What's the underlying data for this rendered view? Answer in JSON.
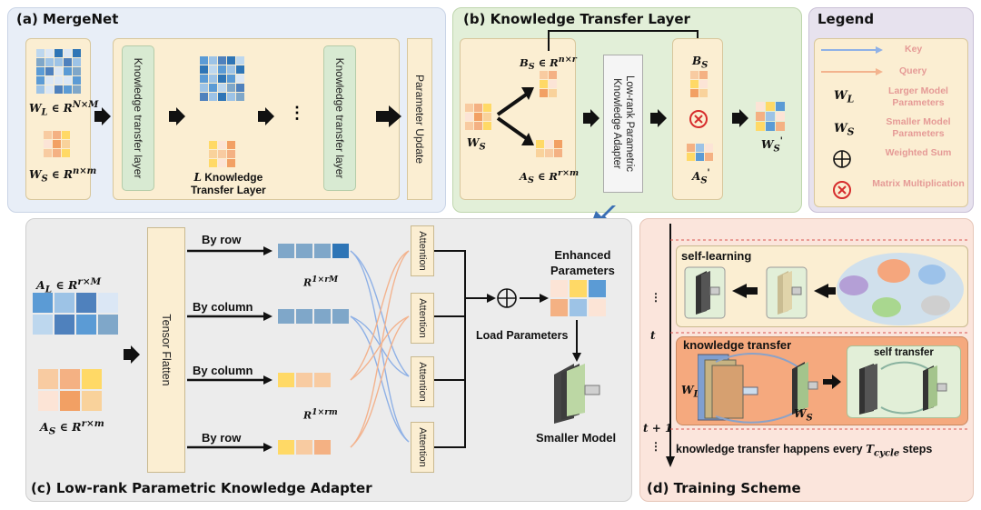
{
  "mergenet": {
    "title": "(a) MergeNet",
    "wl_label": "W_L ∈ R^{N×M}",
    "ws_label": "W_S ∈ R^{n×m}",
    "ktl_box1": "Knowledge transfer layer",
    "ktl_box2": "Knowledge transfer layer",
    "ktl_count_prefix": "L",
    "ktl_count_text": " Knowledge",
    "ktl_count_text2": "Transfer Layer",
    "dots": "⋮",
    "param_update": "Parameter Update"
  },
  "ktl": {
    "title": "(b) Knowledge Transfer Layer",
    "bs_label": "B_S ∈ R^{n×r}",
    "as_label": "A_S ∈ R^{r×m}",
    "ws_label": "W_S",
    "adapter_box": "Low-rank Parametric Knowledge Adapter",
    "bs_out": "B_S",
    "as_prime": "A'_S",
    "ws_prime": "W'_S"
  },
  "legend": {
    "title": "Legend",
    "items": [
      "Key",
      "Query",
      "Larger Model Parameters",
      "Smaller Model Parameters",
      "Weighted Sum",
      "Matrix Multiplication"
    ],
    "symbols": [
      "W_L",
      "W_S"
    ]
  },
  "adapter": {
    "title": "(c) Low-rank Parametric Knowledge Adapter",
    "al_label": "A_L ∈ R^{r×M}",
    "as_label": "A_S ∈ R^{r×m}",
    "tensor_flatten": "Tensor Flatten",
    "by_row_1": "By row",
    "by_column_1": "By column",
    "by_column_2": "By column",
    "by_row_2": "By row",
    "r1_rm_top": "R^{1×rM}",
    "r1_rm_bottom": "R^{1×rm}",
    "attention": [
      "Attention",
      "Attention",
      "Attention",
      "Attention"
    ],
    "enhanced_1": "Enhanced",
    "enhanced_2": "Parameters",
    "load_params": "Load Parameters",
    "smaller_model": "Smaller Model"
  },
  "training": {
    "title": "(d) Training Scheme",
    "self_learning": "self-learning",
    "knowledge_transfer": "knowledge transfer",
    "self_transfer": "self transfer",
    "t_label": "t",
    "t1_label": "t + 1",
    "wl": "W_L",
    "ws": "W_S",
    "footer": "knowledge transfer happens every T_cycle steps"
  },
  "colors": {
    "blue_panel": "#e8eef7",
    "green_panel": "#e2efd8",
    "purple_panel": "#e7e2ee",
    "gray_panel": "#ececec",
    "pink_panel": "#fbe5dc",
    "yellow_box": "#fbeed2",
    "key_arrow": "#8fb1e6",
    "query_arrow": "#f3b38e"
  }
}
